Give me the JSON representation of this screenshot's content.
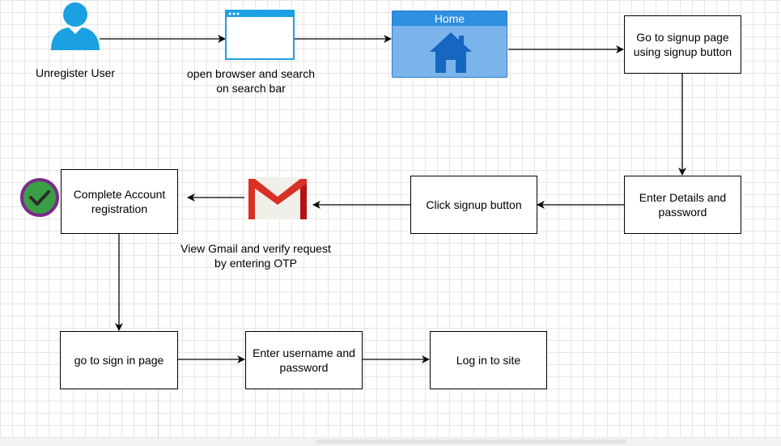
{
  "diagram": {
    "nodes": {
      "unregister_user": "Unregister User",
      "open_browser": "open browser and search\non search bar",
      "home": "Home",
      "go_signup": "Go to signup page\nusing signup button",
      "enter_details": "Enter Details and\npassword",
      "click_signup": "Click signup button",
      "view_gmail": "View Gmail and verify request\nby entering OTP",
      "complete_account": "Complete Account\nregistration",
      "go_signin": "go to sign in page",
      "enter_username": "Enter username and\npassword",
      "log_in": "Log in to site"
    },
    "icons": {
      "user": "user-icon",
      "browser": "browser-window-icon",
      "home": "house-icon",
      "gmail": "gmail-icon",
      "check": "checkmark-icon"
    },
    "colors": {
      "user_icon": "#1ba1e2",
      "home_bar": "#2f8fe0",
      "home_body": "#7ab4ea",
      "house": "#1567c2",
      "gmail_red": "#d93025",
      "check_ring": "#7b2a8c",
      "check_fill": "#3a9e45"
    },
    "edges": [
      {
        "from": "unregister_user",
        "to": "open_browser"
      },
      {
        "from": "open_browser",
        "to": "home"
      },
      {
        "from": "home",
        "to": "go_signup"
      },
      {
        "from": "go_signup",
        "to": "enter_details"
      },
      {
        "from": "enter_details",
        "to": "click_signup"
      },
      {
        "from": "click_signup",
        "to": "view_gmail"
      },
      {
        "from": "view_gmail",
        "to": "complete_account"
      },
      {
        "from": "complete_account",
        "to": "go_signin"
      },
      {
        "from": "go_signin",
        "to": "enter_username"
      },
      {
        "from": "enter_username",
        "to": "log_in"
      }
    ]
  }
}
